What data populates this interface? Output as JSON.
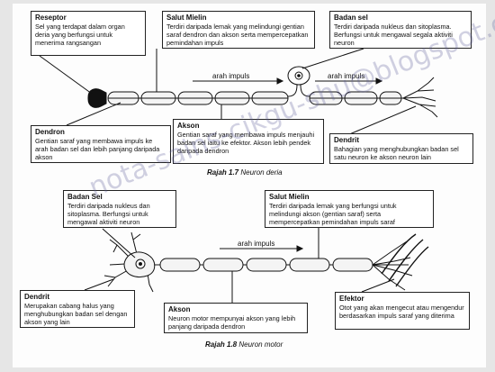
{
  "diagram1": {
    "boxes": {
      "reseptor": {
        "title": "Reseptor",
        "body": "Sel yang terdapat dalam organ deria yang berfungsi untuk menerima rangsangan"
      },
      "salut_mielin": {
        "title": "Salut Mielin",
        "body": "Terdiri daripada lemak yang melindungi gentian saraf dendron dan akson serta mempercepatkan pemindahan impuls"
      },
      "badan_sel": {
        "title": "Badan sel",
        "body": "Terdiri daripada nukleus dan sitoplasma. Berfungsi untuk mengawal segala aktiviti neuron"
      },
      "dendron": {
        "title": "Dendron",
        "body": "Gentian saraf yang membawa impuls ke arah badan sel dan lebih panjang daripada akson"
      },
      "akson": {
        "title": "Akson",
        "body": "Gentian saraf yang membawa impuls menjauhi badan sel iaitu ke efektor. Akson lebih pendek daripada dendron"
      },
      "dendrit": {
        "title": "Dendrit",
        "body": "Bahagian yang menghubungkan badan sel satu neuron ke akson neuron lain"
      }
    },
    "arrow_label_1": "arah impuls",
    "arrow_label_2": "arah impuls",
    "caption_num": "Rajah 1.7",
    "caption_text": "Neuron deria"
  },
  "diagram2": {
    "boxes": {
      "badan_sel": {
        "title": "Badan Sel",
        "body": "Terdiri daripada nukleus dan sitoplasma. Berfungsi untuk mengawal aktiviti neuron"
      },
      "salut_mielin": {
        "title": "Salut Mielin",
        "body": "Terdiri daripada lemak yang berfungsi untuk melindungi akson (gentian saraf) serta mempercepatkan pemindahan impuls saraf"
      },
      "dendrit": {
        "title": "Dendrit",
        "body": "Merupakan cabang halus yang menghubungkan badan sel dengan akson yang lain"
      },
      "akson": {
        "title": "Akson",
        "body": "Neuron motor mempunyai akson yang lebih panjang daripada dendron"
      },
      "efektor": {
        "title": "Efektor",
        "body": "Otot yang akan mengecut atau mengendur berdasarkan impuls saraf yang diterima"
      }
    },
    "arrow_label": "arah impuls",
    "caption_num": "Rajah 1.8",
    "caption_text": "Neuron motor"
  },
  "watermark": "nota-sains-cikgu-shu@blogspot.com"
}
